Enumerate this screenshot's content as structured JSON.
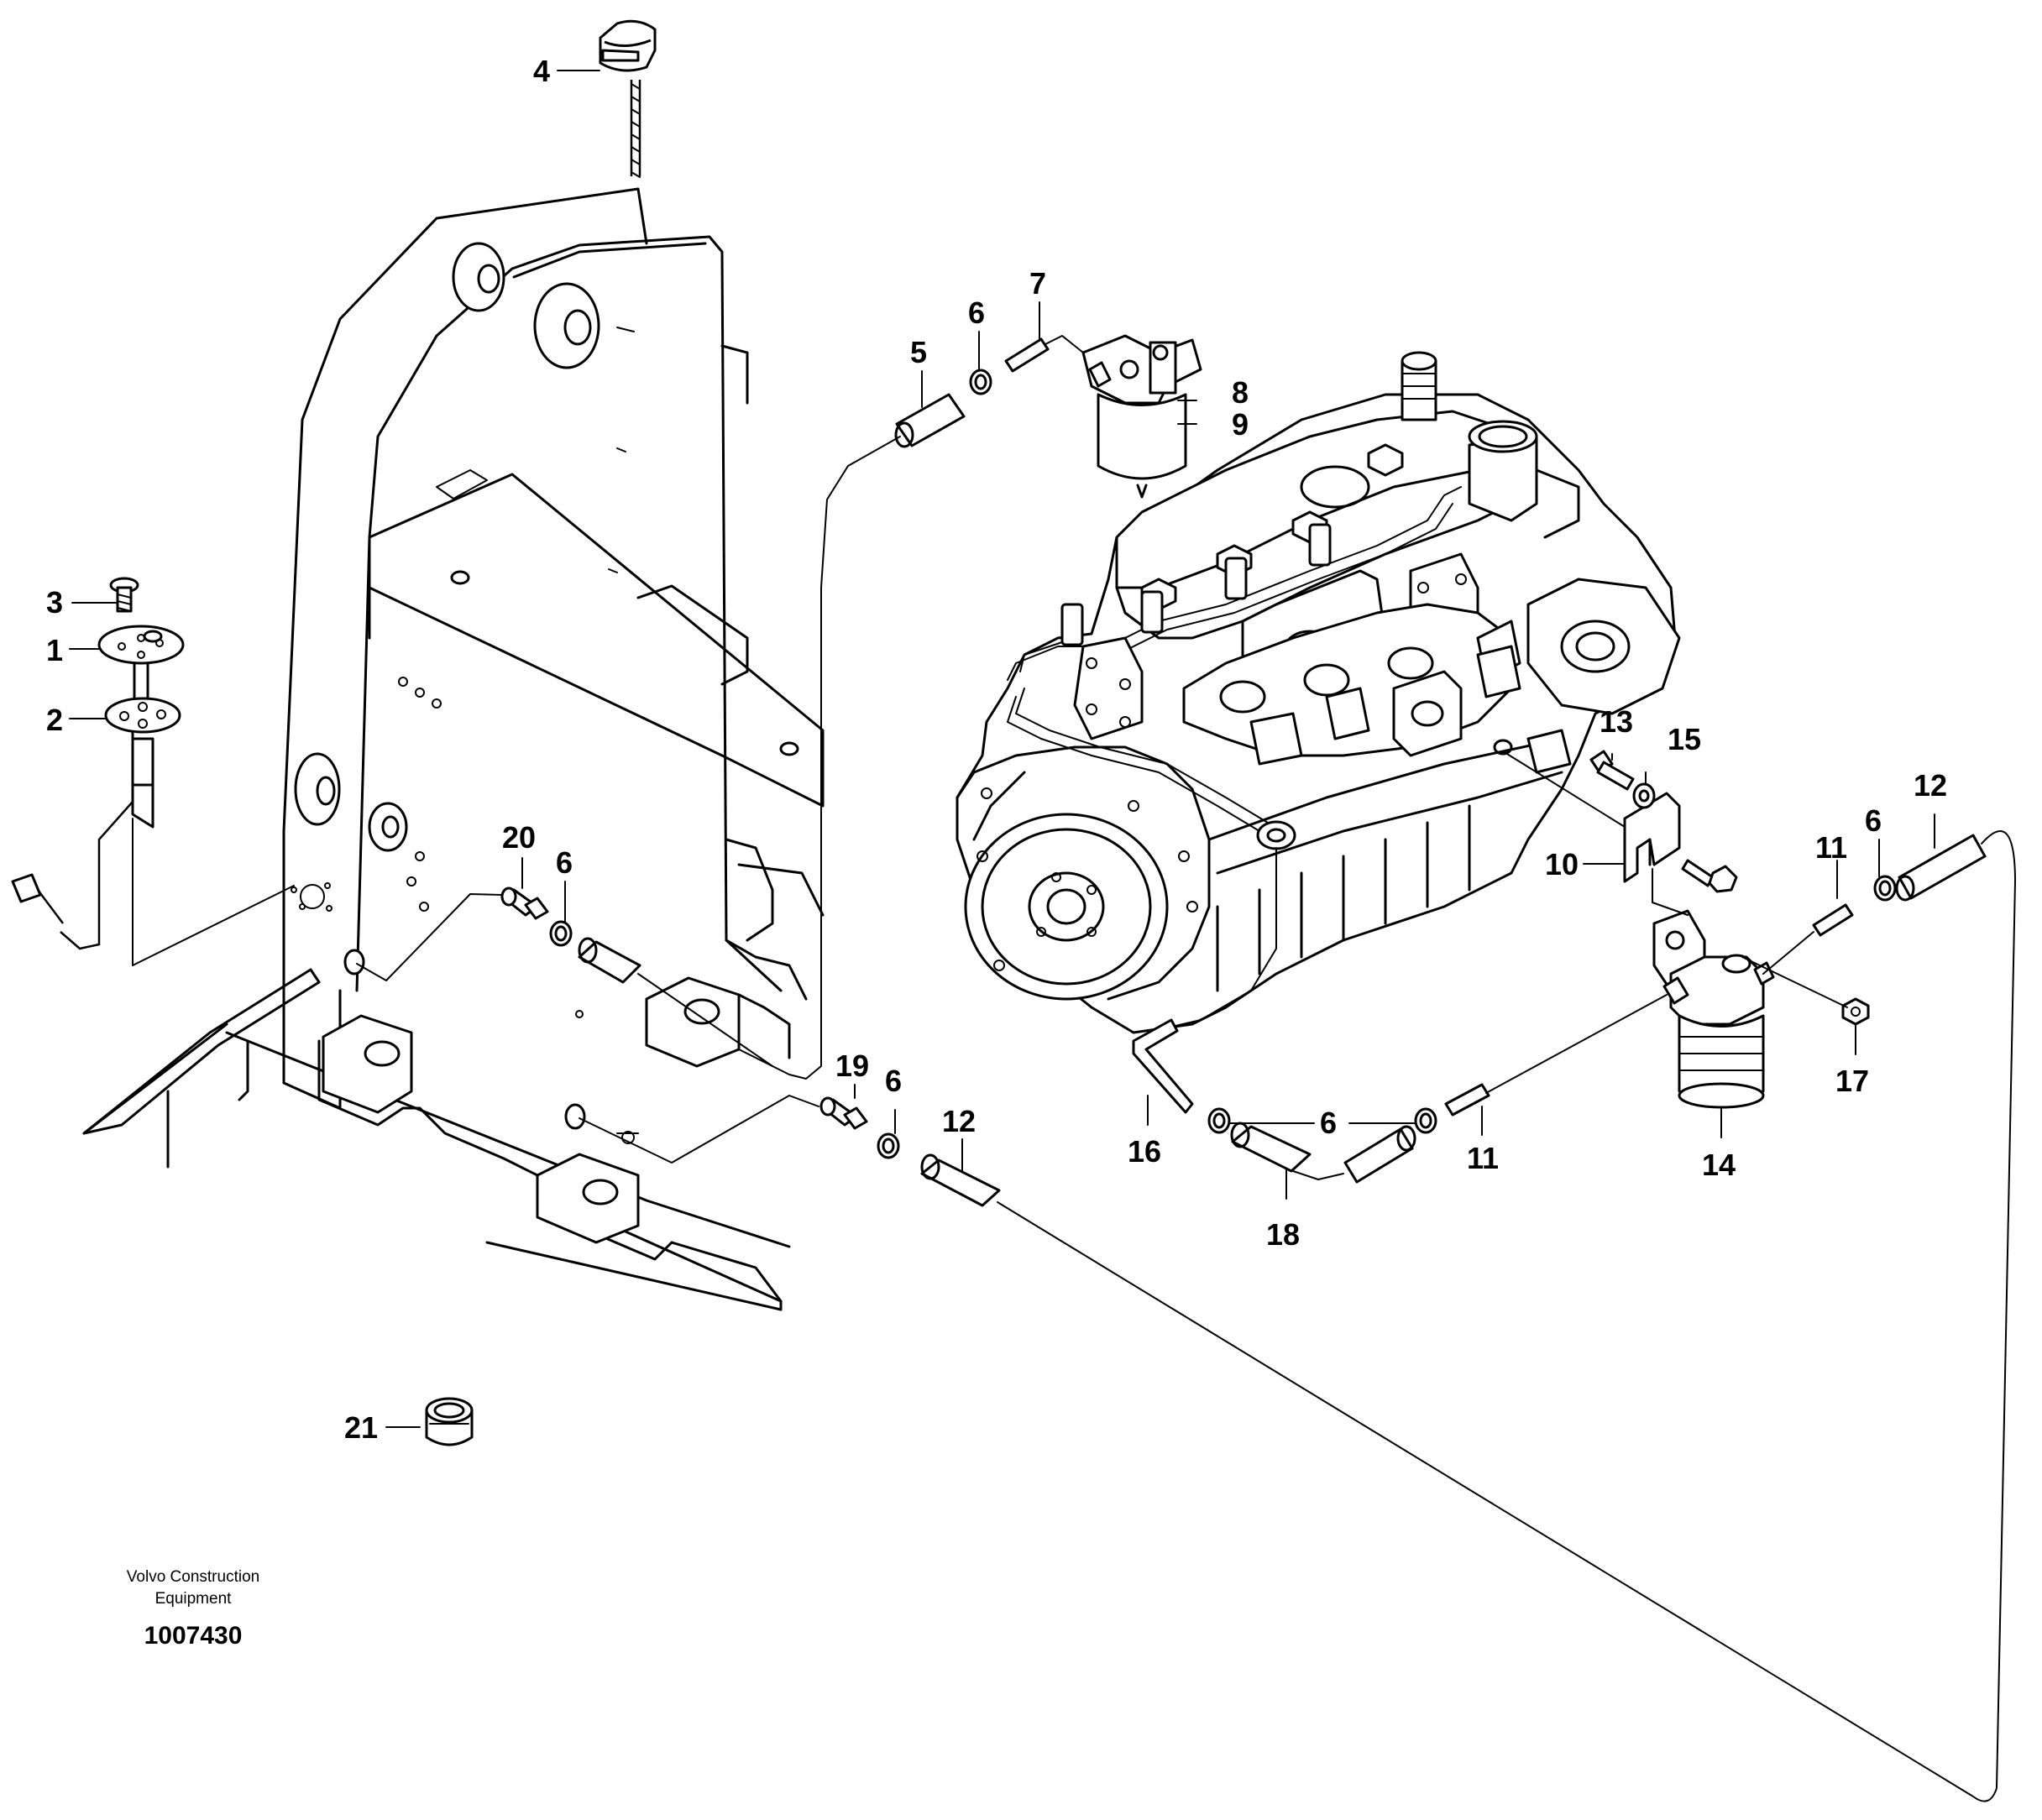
{
  "diagram": {
    "callouts": {
      "c1": "1",
      "c2": "2",
      "c3": "3",
      "c4": "4",
      "c5": "5",
      "c6a": "6",
      "c6b": "6",
      "c6c": "6",
      "c6d": "6",
      "c6e": "6",
      "c7": "7",
      "c8": "8",
      "c9": "9",
      "c10": "10",
      "c11a": "11",
      "c11b": "11",
      "c12a": "12",
      "c12b": "12",
      "c13": "13",
      "c14": "14",
      "c15": "15",
      "c16": "16",
      "c17": "17",
      "c18": "18",
      "c19": "19",
      "c20": "20",
      "c21": "21"
    }
  },
  "footer": {
    "company_line1": "Volvo Construction",
    "company_line2": "Equipment",
    "drawing_number": "1007430"
  }
}
